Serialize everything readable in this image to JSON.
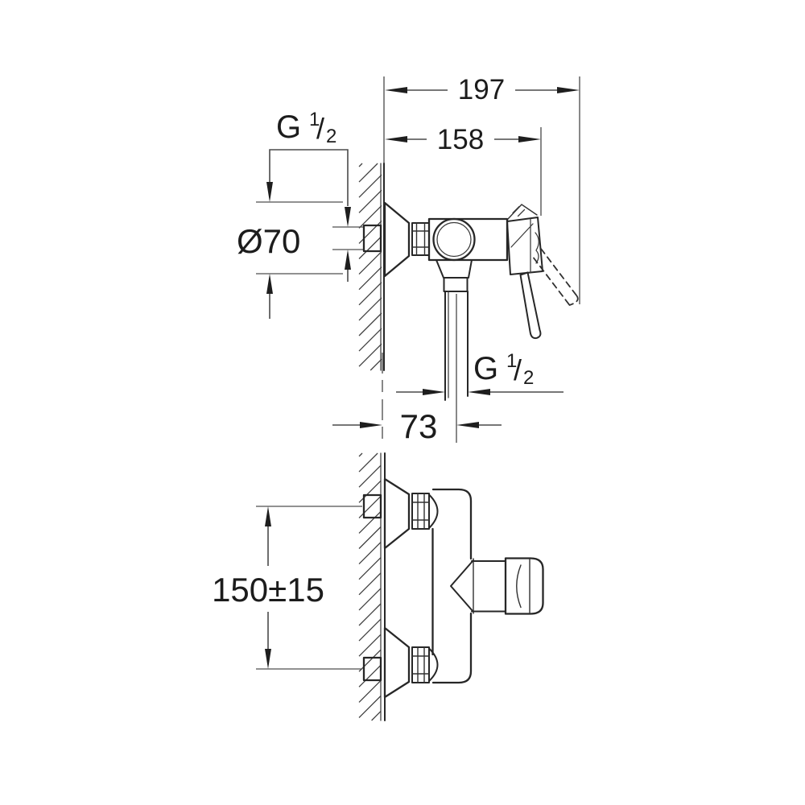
{
  "colors": {
    "background": "#ffffff",
    "ink": "#272727",
    "dimension_lines": "#4a4a4a",
    "text": "#1c1c1c"
  },
  "side_view": {
    "overall_depth": "197",
    "depth_to_handle_edge": "158",
    "escutcheon_diameter": "Ø70",
    "outlet_offset_from_wall": "73",
    "wall_connection_thread": {
      "prefix": "G",
      "numerator": "1",
      "divider": "/",
      "denominator": "2"
    },
    "outlet_thread": {
      "prefix": "G",
      "numerator": "1",
      "divider": "/",
      "denominator": "2"
    }
  },
  "plan_view": {
    "connection_spacing": "150±15"
  }
}
